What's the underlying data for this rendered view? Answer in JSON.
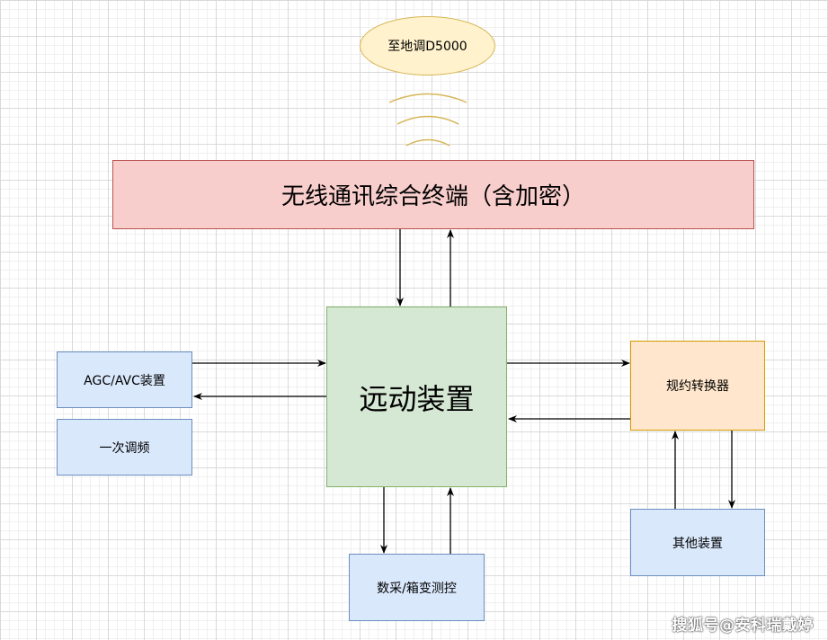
{
  "nodes": {
    "dispatch": "至地调D5000",
    "wireless_terminal": "无线通讯综合终端（含加密）",
    "rtu": "远动装置",
    "agc_avc": "AGC/AVC装置",
    "primary_freq": "一次调频",
    "protocol_converter": "规约转换器",
    "other_devices": "其他装置",
    "data_acquisition": "数采/箱变测控"
  },
  "watermark": "搜狐号@安科瑞戴婷",
  "colors": {
    "blue_fill": "#dae8fc",
    "pink_fill": "#f8cecc",
    "green_fill": "#d5e8d4",
    "orange_fill": "#ffe6cc",
    "yellow_fill": "#fff2cc",
    "arrow": "#000000",
    "signal": "#d6b656"
  }
}
